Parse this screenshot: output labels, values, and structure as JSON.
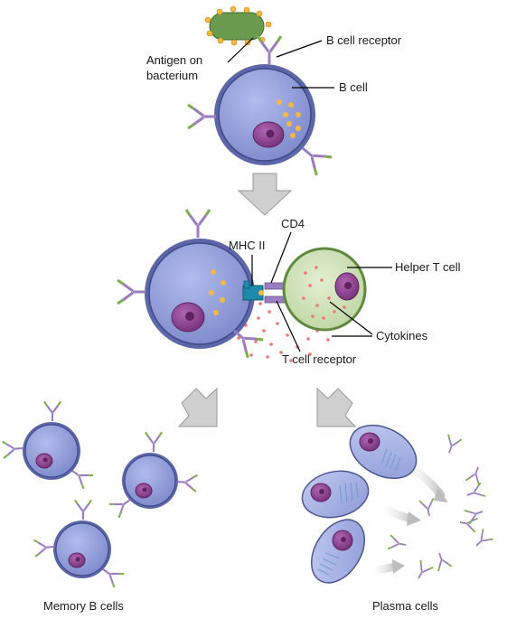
{
  "labels": {
    "antigen": "Antigen on",
    "antigen_line2": "bacterium",
    "b_cell_receptor": "B cell receptor",
    "b_cell": "B cell",
    "cd4": "CD4",
    "mhc_ii": "MHC II",
    "helper_t_cell": "Helper T cell",
    "cytokines": "Cytokines",
    "t_cell_receptor": "T cell receptor",
    "memory_b_cells": "Memory B cells",
    "plasma_cells": "Plasma cells"
  },
  "colors": {
    "b_cell_fill": "#8e9ad8",
    "b_cell_edge": "#3e4a86",
    "nucleus": "#8a3f8e",
    "helper_t_fill": "#cfe0b4",
    "helper_t_edge": "#5e8a3e",
    "antigen_dot": "#f5b942",
    "bacterium": "#6a9a4e",
    "antibody_stem": "#9c7cc0",
    "antibody_tip": "#7ab04a",
    "mhc": "#1e8aaa",
    "cytokine": "#f0777a",
    "arrow": "#c9c9c9",
    "plasma_fill": "#a8b2e4"
  }
}
